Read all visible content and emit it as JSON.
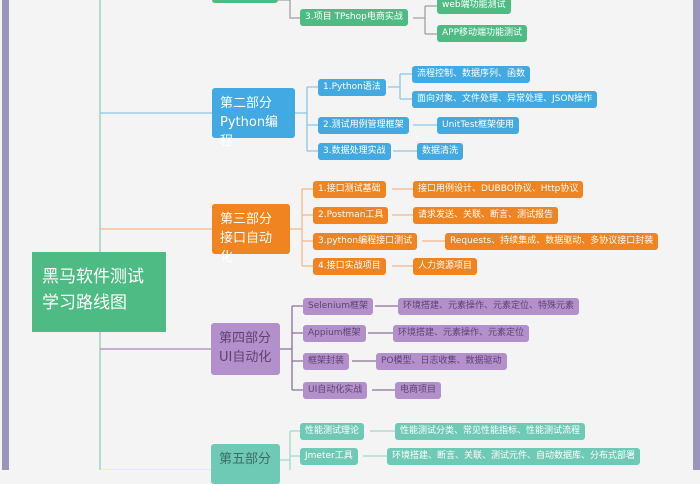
{
  "root": {
    "line1": "黑马软件测试",
    "line2": "学习路线图"
  },
  "part1": {
    "children": [
      {
        "label": "3.项目 TPshop电商实战",
        "leaves": [
          "web端功能测试",
          "APP移动端功能测试"
        ]
      }
    ]
  },
  "part2": {
    "line1": "第二部分",
    "line2": "Python编程",
    "children": [
      {
        "label": "1.Python语法",
        "leaves": [
          "流程控制、数据序列、函数",
          "面向对象、文件处理、异常处理、JSON操作"
        ]
      },
      {
        "label": "2.测试用例管理框架",
        "leaves": [
          "UnitTest框架使用"
        ]
      },
      {
        "label": "3.数据处理实战",
        "leaves": [
          "数据清洗"
        ]
      }
    ]
  },
  "part3": {
    "line1": "第三部分",
    "line2": "接口自动化",
    "children": [
      {
        "label": "1.接口测试基础",
        "leaves": [
          "接口用例设计、DUBBO协议、Http协议"
        ]
      },
      {
        "label": "2.Postman工具",
        "leaves": [
          "请求发送、关联、断言、测试报告"
        ]
      },
      {
        "label": "3.python编程接口测试",
        "leaves": [
          "Requests、持续集成、数据驱动、多协议接口封装"
        ]
      },
      {
        "label": "4.接口实战项目",
        "leaves": [
          "人力资源项目"
        ]
      }
    ]
  },
  "part4": {
    "line1": "第四部分",
    "line2": "UI自动化",
    "children": [
      {
        "label": "Selenium框架",
        "leaves": [
          "环境搭建、元素操作、元素定位、特殊元素"
        ]
      },
      {
        "label": "Appium框架",
        "leaves": [
          "环境搭建、元素操作、元素定位"
        ]
      },
      {
        "label": "框架封装",
        "leaves": [
          "PO模型、日志收集、数据驱动"
        ]
      },
      {
        "label": "UI自动化实战",
        "leaves": [
          "电商项目"
        ]
      }
    ]
  },
  "part5": {
    "line1": "第五部分",
    "children": [
      {
        "label": "性能测试理论",
        "leaves": [
          "性能测试分类、常见性能指标、性能测试流程"
        ]
      },
      {
        "label": "Jmeter工具",
        "leaves": [
          "环境搭建、断言、关联、测试元件、自动数据库、分布式部署"
        ]
      }
    ]
  },
  "colors": {
    "green": "#4dbb83",
    "blue": "#42a9e3",
    "orange": "#ef8420",
    "purple": "#b38fcc",
    "teal": "#6fcab5"
  }
}
